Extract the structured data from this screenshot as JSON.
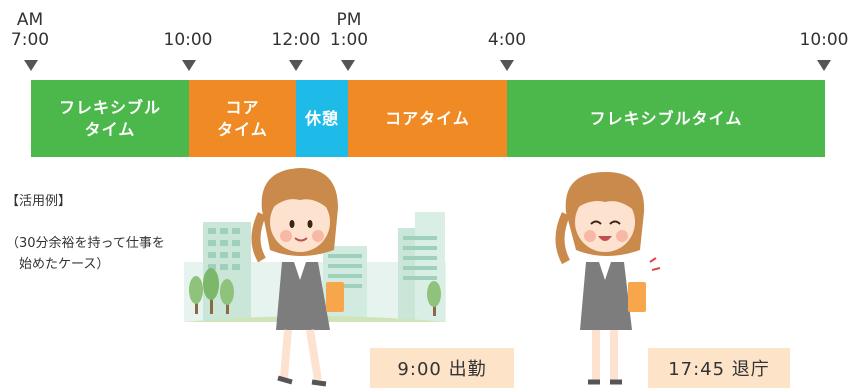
{
  "timeline": {
    "ticks": [
      {
        "ampm": "AM",
        "time": "7:00"
      },
      {
        "ampm": "",
        "time": "10:00"
      },
      {
        "ampm": "",
        "time": "12:00"
      },
      {
        "ampm": "PM",
        "time": "1:00"
      },
      {
        "ampm": "",
        "time": "4:00"
      },
      {
        "ampm": "",
        "time": "10:00"
      }
    ],
    "segments": [
      {
        "label": "フレキシブル\nタイム",
        "color": "#4cb84c"
      },
      {
        "label": "コア\nタイム",
        "color": "#f08a24"
      },
      {
        "label": "休憩",
        "color": "#1ebbe8"
      },
      {
        "label": "コアタイム",
        "color": "#f08a24"
      },
      {
        "label": "フレキシブルタイム",
        "color": "#4cb84c"
      }
    ]
  },
  "example": {
    "title": "【活用例】",
    "description": "（30分余裕を持って仕事を\n　始めたケース）"
  },
  "tags": {
    "arrival": "9:00 出勤",
    "departure": "17:45 退庁"
  },
  "colors": {
    "tag_bg": "#fde3c8",
    "building": "#d7eee3",
    "tree": "#8fc27a",
    "suit": "#7d7d7d",
    "hair": "#c98a4b"
  }
}
